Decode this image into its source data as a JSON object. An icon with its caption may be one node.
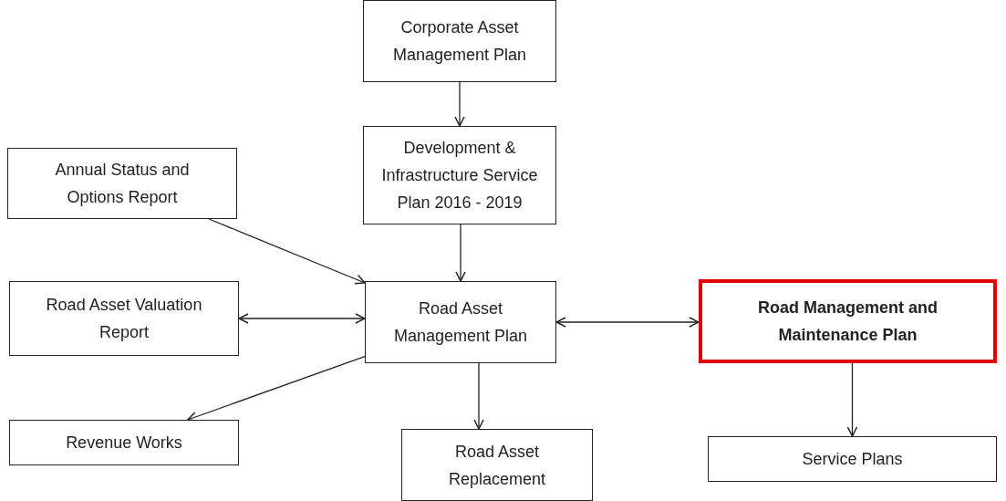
{
  "diagram": {
    "nodes": [
      {
        "text": [
          "Corporate Asset Management Plan"
        ]
      },
      {
        "text": [
          "Development & Infrastructure Service Plan 2016 - 2019"
        ]
      },
      {
        "text": [
          "Annual Status and Options Report"
        ]
      },
      {
        "text": [
          "Road Asset Valuation Report"
        ]
      },
      {
        "text": [
          "Road Asset Management Plan"
        ]
      },
      {
        "text": [
          "Road Management and Maintenance Plan"
        ]
      },
      {
        "text": [
          "Revenue Works"
        ]
      },
      {
        "text": [
          "Road Asset Replacement"
        ]
      },
      {
        "text": [
          "Service Plans"
        ]
      }
    ],
    "edges": [
      {
        "from": 0,
        "to": 1,
        "arrow": "to"
      },
      {
        "from": 1,
        "to": 4,
        "arrow": "to"
      },
      {
        "from": 2,
        "to": 4,
        "arrow": "to"
      },
      {
        "from": 3,
        "to": 4,
        "arrow": "both"
      },
      {
        "from": 4,
        "to": 5,
        "arrow": "both"
      },
      {
        "from": 4,
        "to": 6,
        "arrow": "to"
      },
      {
        "from": 4,
        "to": 7,
        "arrow": "to"
      },
      {
        "from": 5,
        "to": 8,
        "arrow": "to"
      }
    ]
  }
}
